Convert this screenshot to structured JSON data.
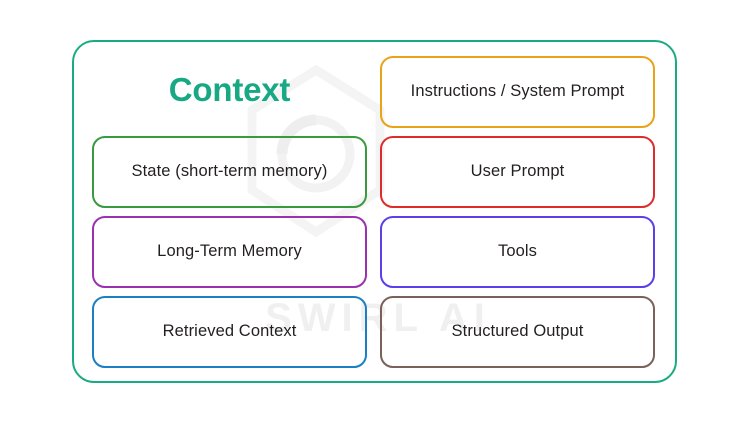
{
  "diagram": {
    "title": "Context",
    "title_color": "#17a884",
    "container_border_color": "#1aab82",
    "label_color": "#231f20",
    "watermark_text": "SWIRL AI",
    "rows": [
      {
        "left": {
          "type": "title",
          "label": "Context",
          "color": "#17a884"
        },
        "right": {
          "type": "box",
          "label": "Instructions / System Prompt",
          "color": "#e8a316"
        }
      },
      {
        "left": {
          "type": "box",
          "label": "State (short-term memory)",
          "color": "#3a9a3e"
        },
        "right": {
          "type": "box",
          "label": "User Prompt",
          "color": "#e02b2b"
        }
      },
      {
        "left": {
          "type": "box",
          "label": "Long-Term Memory",
          "color": "#9b31ae"
        },
        "right": {
          "type": "box",
          "label": "Tools",
          "color": "#5b3fe8"
        }
      },
      {
        "left": {
          "type": "box",
          "label": "Retrieved Context",
          "color": "#1b7fc4"
        },
        "right": {
          "type": "box",
          "label": "Structured Output",
          "color": "#7a6159"
        }
      }
    ]
  }
}
